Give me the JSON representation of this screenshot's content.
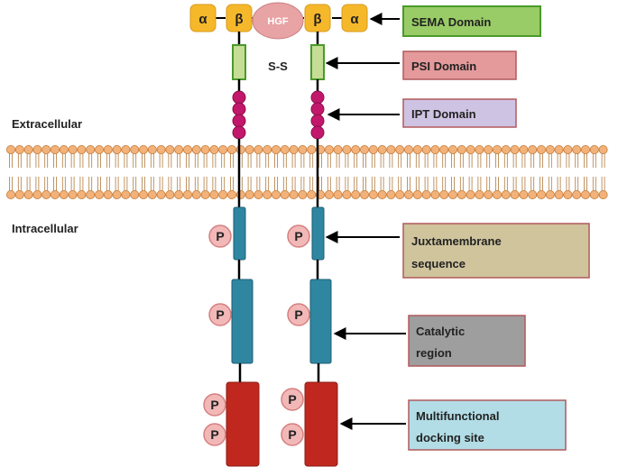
{
  "regions": {
    "extracellular": "Extracellular",
    "intracellular": "Intracellular"
  },
  "ligand": "HGF",
  "subunits": {
    "alpha": "α",
    "beta": "β"
  },
  "disulfide": "S-S",
  "phospho": "P",
  "labels": [
    {
      "id": "sema",
      "lines": [
        "SEMA Domain"
      ],
      "fill": "#99cc66",
      "stroke": "#4a9a2a"
    },
    {
      "id": "psi",
      "lines": [
        "PSI Domain"
      ],
      "fill": "#e4999b",
      "stroke": "#b05a5d"
    },
    {
      "id": "ipt",
      "lines": [
        "IPT Domain"
      ],
      "fill": "#cfc3e3",
      "stroke": "#b05a5d"
    },
    {
      "id": "juxta",
      "lines": [
        "Juxtamembrane",
        "sequence"
      ],
      "fill": "#cfc49c",
      "stroke": "#b05a5d"
    },
    {
      "id": "catalytic",
      "lines": [
        "Catalytic",
        "region"
      ],
      "fill": "#9e9e9e",
      "stroke": "#b05a5d"
    },
    {
      "id": "docking",
      "lines": [
        "Multifunctional",
        "docking site"
      ],
      "fill": "#b2dde6",
      "stroke": "#b05a5d"
    }
  ],
  "colors": {
    "subunit": "#f6b82b",
    "hgf": "#e8a3a5",
    "psi": "#c5dd95",
    "ipt": "#c2186b",
    "membrane_head": "#f2b27a",
    "juxtamembrane": "#2f86a1",
    "catalytic": "#2f86a1",
    "docking": "#c0281f",
    "phospho": "#f2b8b8"
  }
}
